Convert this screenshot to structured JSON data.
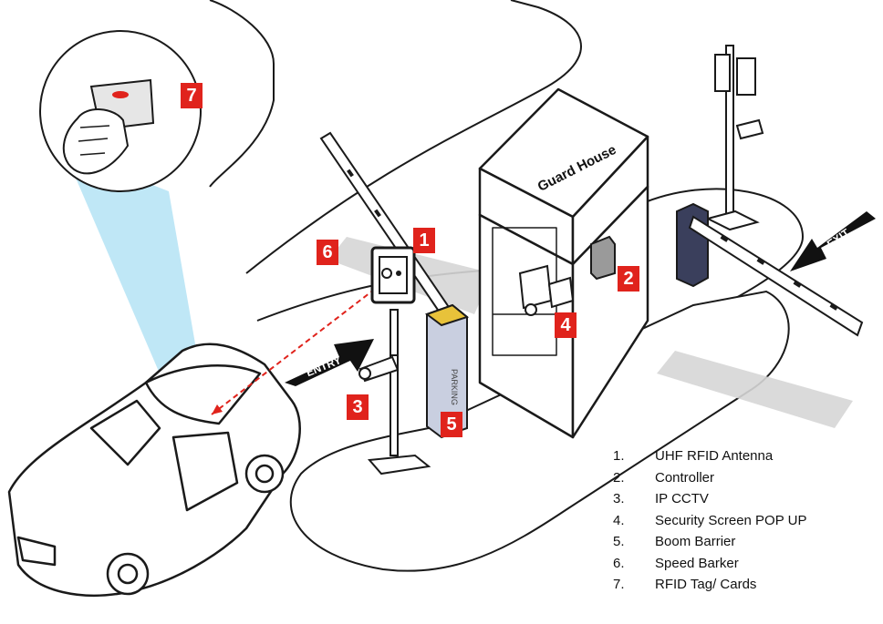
{
  "guard_house_label": "Guard House",
  "entry_label": "ENTRY",
  "exit_label": "EXIT",
  "barrier_text": "PARKING",
  "callouts": [
    "1",
    "2",
    "3",
    "4",
    "5",
    "6",
    "7"
  ],
  "legend": [
    {
      "num": "1.",
      "label": "UHF RFID Antenna"
    },
    {
      "num": "2.",
      "label": "Controller"
    },
    {
      "num": "3.",
      "label": "IP CCTV"
    },
    {
      "num": "4.",
      "label": "Security Screen POP UP"
    },
    {
      "num": "5.",
      "label": "Boom Barrier"
    },
    {
      "num": "6.",
      "label": "Speed Barker"
    },
    {
      "num": "7.",
      "label": "RFID Tag/ Cards"
    }
  ],
  "colors": {
    "callout_red": "#e0231c",
    "line": "#1a1a1a",
    "beam": "#b8e4f5",
    "shadow": "#d6d6d6",
    "barrier_fill": "#c9cfe0",
    "barrier_dark": "#3a3f5c"
  }
}
